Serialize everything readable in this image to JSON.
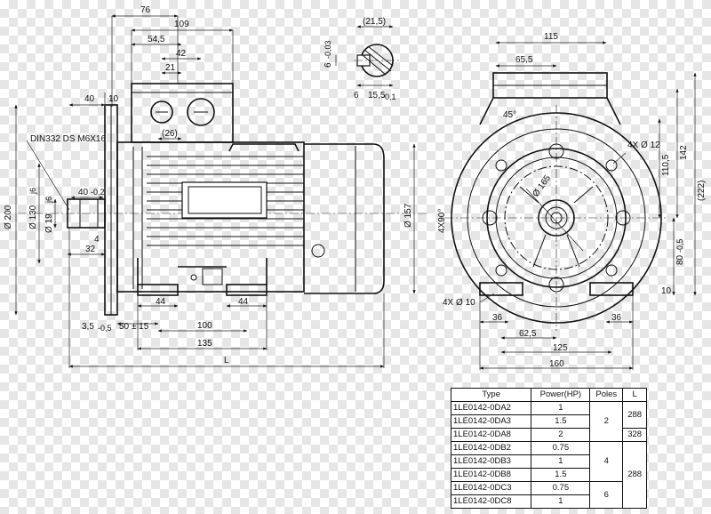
{
  "side_view": {
    "dims_top": [
      "76",
      "109",
      "54,5",
      "42",
      "21",
      "(26)"
    ],
    "dims_left": [
      "40",
      "10"
    ],
    "thread_note": "DIN332 DS M6X16",
    "dia_200": "Ø 200",
    "dia_130": "Ø 130",
    "dia_130_tol": "j6",
    "dia_19": "Ø 19",
    "dia_19_tol": "j6",
    "shaft_40": "40",
    "shaft_40_tol": "-0,2",
    "dim_4": "4",
    "dim_32": "32",
    "dia_157": "Ø 157",
    "dim_3_5": "3,5",
    "dim_3_5_tol": "-0,5",
    "dim_50": "50 ± 15",
    "foot_left": "44",
    "foot_right": "44",
    "dim_100": "100",
    "dim_135": "135",
    "dim_L": "L"
  },
  "shaft_section": {
    "dim_21_5": "(21,5)",
    "dim_6_top": "6",
    "dim_6_top_tol": "-0,03",
    "dim_6_side": "6",
    "dim_15_5": "15,5",
    "dim_15_5_tol": "-0,1"
  },
  "front_view": {
    "dim_115": "115",
    "dim_65_5": "65,5",
    "angle_45": "45°",
    "holes_label": "4X Ø 12",
    "dia_165": "Ø 165",
    "pattern": "4X90°",
    "dim_110_5": "110,5",
    "dim_142": "142",
    "dim_222": "(222)",
    "dim_80": "80",
    "dim_80_tol": "-0,5",
    "foot_holes": "4X Ø 10",
    "dim_36_left": "36",
    "dim_36_right": "36",
    "dim_10": "10",
    "dim_62_5": "62,5",
    "dim_125": "125",
    "dim_160": "160"
  },
  "spec_table": {
    "headers": [
      "Type",
      "Power(HP)",
      "Poles",
      "L"
    ],
    "types": [
      "1LE0142-0DA2",
      "1LE0142-0DA3",
      "1LE0142-0DA8",
      "1LE0142-0DB2",
      "1LE0142-0DB3",
      "1LE0142-0DB8",
      "1LE0142-0DC3",
      "1LE0142-0DC8"
    ],
    "powers": [
      "1",
      "1.5",
      "2",
      "0.75",
      "1",
      "1.5",
      "0.75",
      "1"
    ],
    "poles": [
      "2",
      "4",
      "6"
    ],
    "lengths": [
      "288",
      "328",
      "288"
    ]
  }
}
